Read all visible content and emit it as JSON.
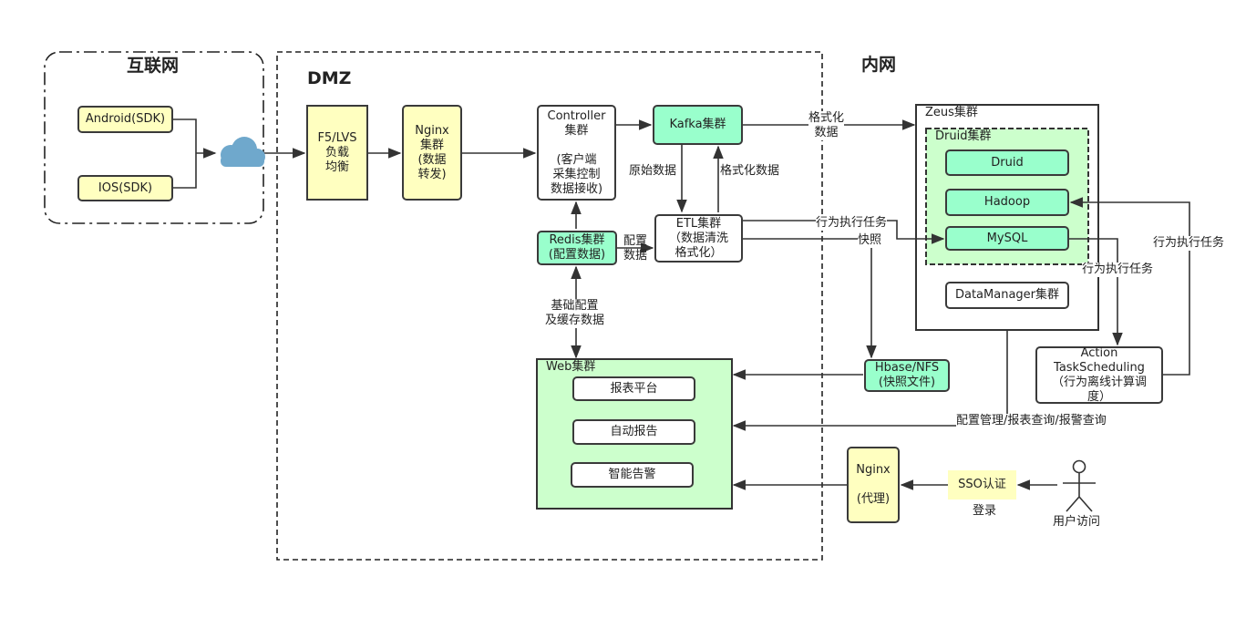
{
  "zones": {
    "internet": "互联网",
    "dmz": "DMZ",
    "intranet": "内网"
  },
  "clients": {
    "android": "Android(SDK)",
    "ios": "IOS(SDK)"
  },
  "nodes": {
    "f5": "F5/LVS\n负载\n均衡",
    "nginx1": "Nginx\n集群\n(数据\n转发)",
    "controller": "Controller\n集群\n\n(客户端\n采集控制\n数据接收)",
    "kafka": "Kafka集群",
    "redis": "Redis集群\n(配置数据)",
    "etl": "ETL集群\n（数据清洗\n格式化）",
    "web_title": "Web集群",
    "web_items": [
      "报表平台",
      "自动报告",
      "智能告警"
    ],
    "hbase": "Hbase/NFS\n(快照文件)",
    "nginx2": "Nginx\n\n(代理)",
    "sso": "SSO认证",
    "zeus_title": "Zeus集群",
    "druid_title": "Druid集群",
    "druid": "Druid",
    "hadoop": "Hadoop",
    "mysql": "MySQL",
    "datamanager": "DataManager集群",
    "action": "Action\nTaskScheduling\n（行为离线计算调\n度）"
  },
  "labels": {
    "format_data": "格式化\n数据",
    "raw_data": "原始数据",
    "formatted_data": "格式化数据",
    "config_data": "配置\n数据",
    "base_config": "基础配置\n及缓存数据",
    "behavior_task_1": "行为执行任务",
    "snapshot": "快照",
    "behavior_task_2": "行为执行任务",
    "behavior_task_3": "行为执行任务",
    "config_query": "配置管理/报表查询/报警查询",
    "login": "登录",
    "user_access": "用户访问"
  },
  "colors": {
    "yellow": "#ffffc0",
    "green": "#99ffcc",
    "light_green": "#ccffcc",
    "cloud": "#6fa8cc",
    "line": "#3a3a3a"
  },
  "icons": {
    "cloud": "cloud-icon",
    "user": "user-icon"
  }
}
